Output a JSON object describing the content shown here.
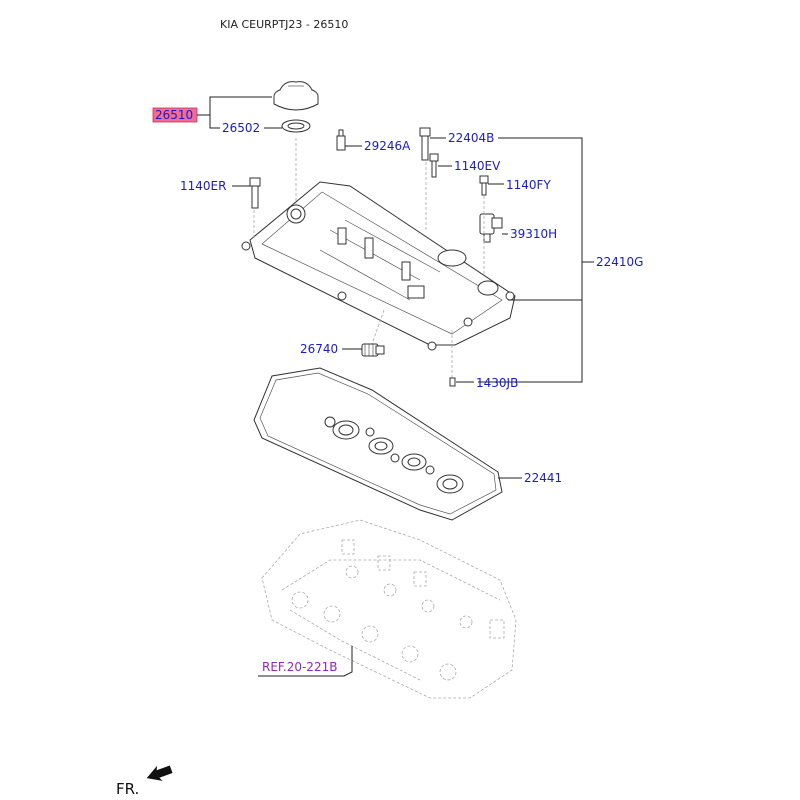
{
  "title": "KIA CEURPTJ23 - 26510",
  "colors": {
    "label": "#1a1ad6",
    "highlight_bg": "#f36b8e",
    "ref": "#8a2bbd",
    "line": "#222222"
  },
  "parts": {
    "p26510": "26510",
    "p26502": "26502",
    "p29246A": "29246A",
    "p22404B": "22404B",
    "p1140EV": "1140EV",
    "p1140ER": "1140ER",
    "p1140FY": "1140FY",
    "p39310H": "39310H",
    "p22410G": "22410G",
    "p26740": "26740",
    "p1430JB": "1430JB",
    "p22441": "22441"
  },
  "reference": "REF.20-221B",
  "front_marker": "FR."
}
